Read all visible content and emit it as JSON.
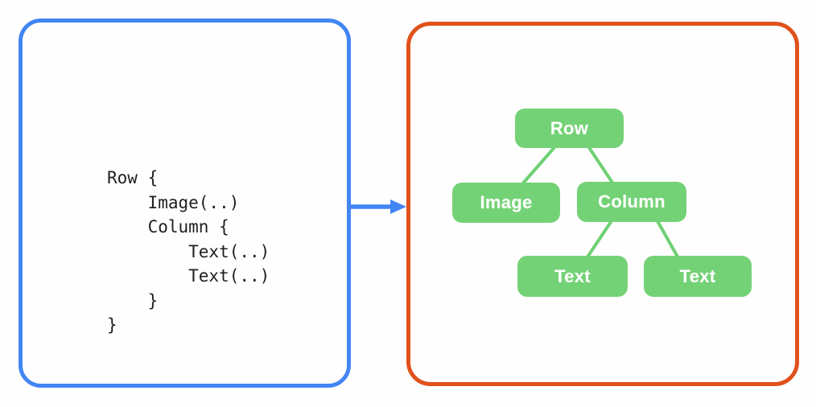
{
  "left_panel": {
    "description": "code-snippet",
    "code_lines": [
      "Row {",
      "    Image(..)",
      "    Column {",
      "        Text(..)",
      "        Text(..)",
      "    }",
      "}"
    ]
  },
  "arrow": {
    "direction": "right"
  },
  "tree": {
    "nodes": [
      {
        "id": "row",
        "label": "Row",
        "parent": null
      },
      {
        "id": "image",
        "label": "Image",
        "parent": "row"
      },
      {
        "id": "column",
        "label": "Column",
        "parent": "row"
      },
      {
        "id": "text-1",
        "label": "Text",
        "parent": "column"
      },
      {
        "id": "text-2",
        "label": "Text",
        "parent": "column"
      }
    ]
  },
  "colors": {
    "code_box_border": "#4285F4",
    "tree_box_border": "#E0521C",
    "node_fill": "#74D276",
    "node_text": "#FFFFFF",
    "edge_line": "#6FD073",
    "arrow": "#4285F4",
    "code_text": "#1F1F1F"
  }
}
